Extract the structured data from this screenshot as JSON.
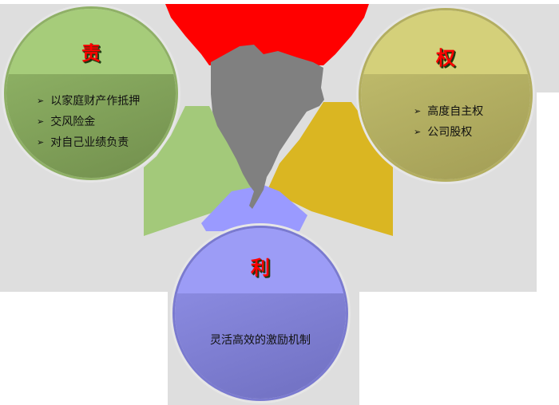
{
  "diagram": {
    "type": "three-circle-triad",
    "center_shape": "gray-map-silhouette",
    "colors": {
      "background_panel": "#dedede",
      "top_wedge": "#ff0000",
      "center_shape": "#808080",
      "left_wedge": "#a3c97a",
      "right_wedge": "#dab622",
      "bottom_wedge": "#9a9aff",
      "title_text": "#ff0000"
    },
    "circles": [
      {
        "id": "responsibility",
        "title": "责",
        "color_top": "#a6cc7a",
        "color_bottom": "#7f9f57",
        "items": [
          "以家庭财产作抵押",
          "交风险金",
          "对自己业绩负责"
        ]
      },
      {
        "id": "rights",
        "title": "权",
        "color_top": "#d4d07a",
        "color_bottom": "#aaa55a",
        "items": [
          "高度自主权",
          "公司股权"
        ]
      },
      {
        "id": "benefits",
        "title": "利",
        "color_top": "#9c9cf6",
        "color_bottom": "#7474c8",
        "text": "灵活高效的激励机制"
      }
    ],
    "bullet_glyph": "➢"
  }
}
